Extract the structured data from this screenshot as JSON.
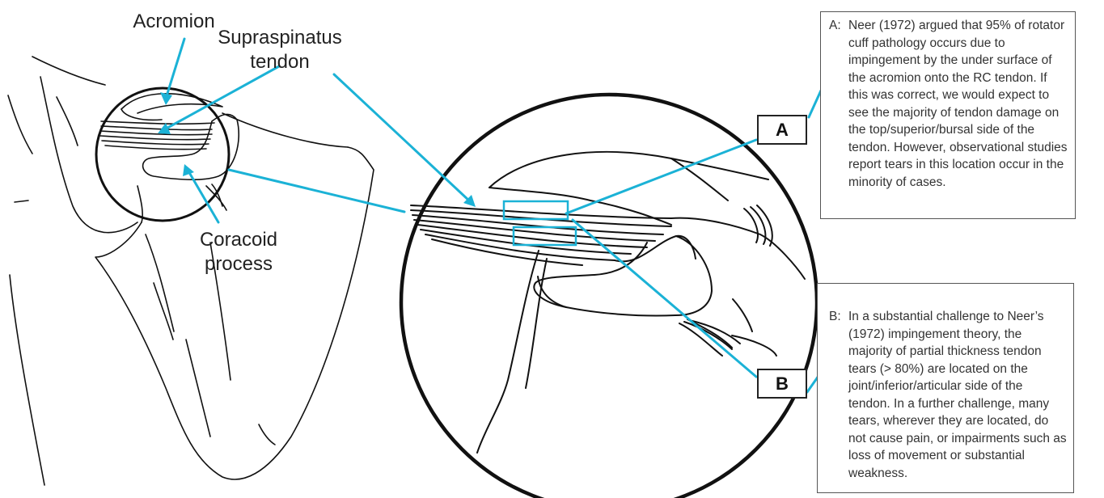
{
  "labels": {
    "acromion": "Acromion",
    "supraspinatus": "Supraspinatus\ntendon",
    "coracoid": "Coracoid\nprocess"
  },
  "callouts": {
    "a_letter": "A",
    "b_letter": "B",
    "a_prefix": "A:",
    "a_text": "Neer (1972) argued that 95% of rotator cuff pathology occurs due to impingement by the under surface of the acromion onto the RC tendon. If this was correct, we would expect to see the majority of tendon damage on the top/superior/bursal side of the tendon. However, observational studies report tears in this location occur in the minority of cases.",
    "b_prefix": "B:",
    "b_text": "In a substantial challenge to Neer’s (1972) impingement theory, the majority of partial thickness tendon tears (> 80%) are located on the joint/inferior/articular side of the tendon. In a further challenge, many tears, wherever they are located, do not cause pain, or impairments such as loss of movement or substantial weakness."
  },
  "colors": {
    "accent": "#1bb2d6",
    "ink": "#111111"
  }
}
